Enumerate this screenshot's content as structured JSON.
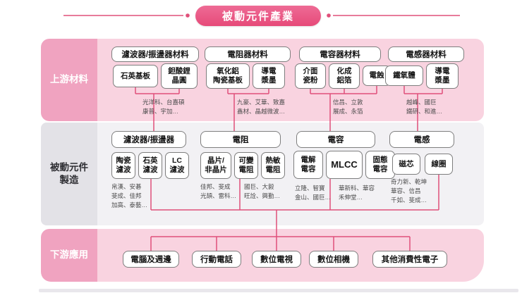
{
  "title": "被動元件產業",
  "upstream": {
    "label": "上游材料",
    "groups": [
      {
        "header": "濾波器/振盪器材料",
        "items": [
          "石英基板",
          "鉭酸鋰\n晶圓"
        ],
        "companies": "光洋科、台嘉碩\n康普、宇加…"
      },
      {
        "header": "電阻器材料",
        "items": [
          "氧化鋁\n陶瓷基板",
          "導電\n漿墨"
        ],
        "companies": "九豪、艾華、致嘉\n鑫材、晶越微波…"
      },
      {
        "header": "電容器材料",
        "items": [
          "介面\n瓷粉",
          "化成\n鋁箔",
          "電蝕"
        ],
        "companies": "信昌、立敦\n展成、永箔"
      },
      {
        "header": "電感器材料",
        "items": [
          "鐵氧體",
          "導電\n漿墨"
        ],
        "companies": "越峰、國巨\n鐵研、和進…"
      }
    ]
  },
  "manufacturing": {
    "label": "被動元件\n製造",
    "groups": [
      {
        "header": "濾波器/振盪器",
        "items": [
          "陶瓷\n濾波",
          "石英\n濾波",
          "LC\n濾波"
        ],
        "companies": "帛漢、安碁\n斐成、佳邦\n加高、泰藝…"
      },
      {
        "header": "電阻",
        "items": [
          "晶片/\n非晶片",
          "可變\n電阻",
          "熱敏\n電阻"
        ],
        "companies_left": "佳邦、斐成\n光頡、雷科…",
        "companies_right": "國巨、大毅\n旺詮、興勤…"
      },
      {
        "header": "電容",
        "items": [
          "電解\n電容",
          "MLCC",
          "固態\n電容"
        ],
        "companies_left": "立隆、智寶\n金山、國巨…",
        "companies_right": "華新科、華容\n禾伸堂…"
      },
      {
        "header": "電感",
        "items": [
          "磁芯",
          "線圈"
        ],
        "companies": "奇力新、乾坤\n華容、信昌\n千如、斐成…"
      }
    ]
  },
  "downstream": {
    "label": "下游應用",
    "items": [
      "電腦及週邊",
      "行動電話",
      "數位電視",
      "數位相機",
      "其他消費性電子"
    ]
  },
  "colors": {
    "accent_pink": "#e9537f",
    "band_pink_light": "#f9d3e0",
    "band_label_pink": "#f0a3c0",
    "band_gray_light": "#f2f1f4",
    "band_label_gray": "#e3e2e7",
    "connector": "#e0507a",
    "box_border": "#7e7e7e"
  }
}
